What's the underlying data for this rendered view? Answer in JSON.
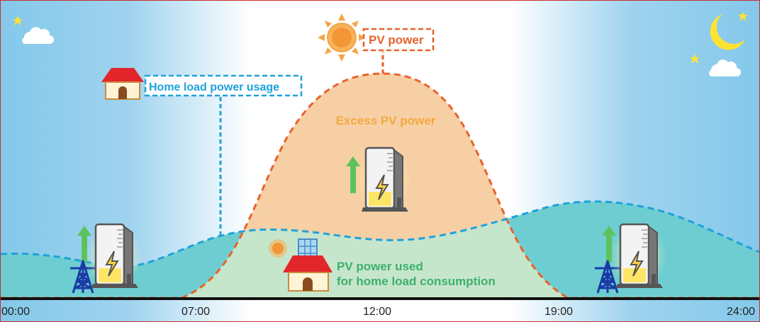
{
  "labels": {
    "pv_power": "PV power",
    "home_load_usage": "Home load power usage",
    "excess_pv": "Excess PV power",
    "pv_used_line1": "PV power used",
    "pv_used_line2": "for home load consumption"
  },
  "time_axis": [
    "00:00",
    "07:00",
    "12:00",
    "19:00",
    "24:00"
  ],
  "colors": {
    "pv_orange": "#e8622a",
    "load_blue": "#1ea1db",
    "excess_fill": "#f7cfa4",
    "used_fill": "#c6e6cc",
    "load_fill": "#6ecdd0",
    "excess_text": "#f2a940",
    "used_text": "#3cb06b"
  },
  "icons": [
    "sun-icon",
    "house-icon",
    "battery-icon",
    "power-tower-icon",
    "moon-icon",
    "star-icon",
    "cloud-icon",
    "up-arrow-icon",
    "solar-panel-icon"
  ]
}
